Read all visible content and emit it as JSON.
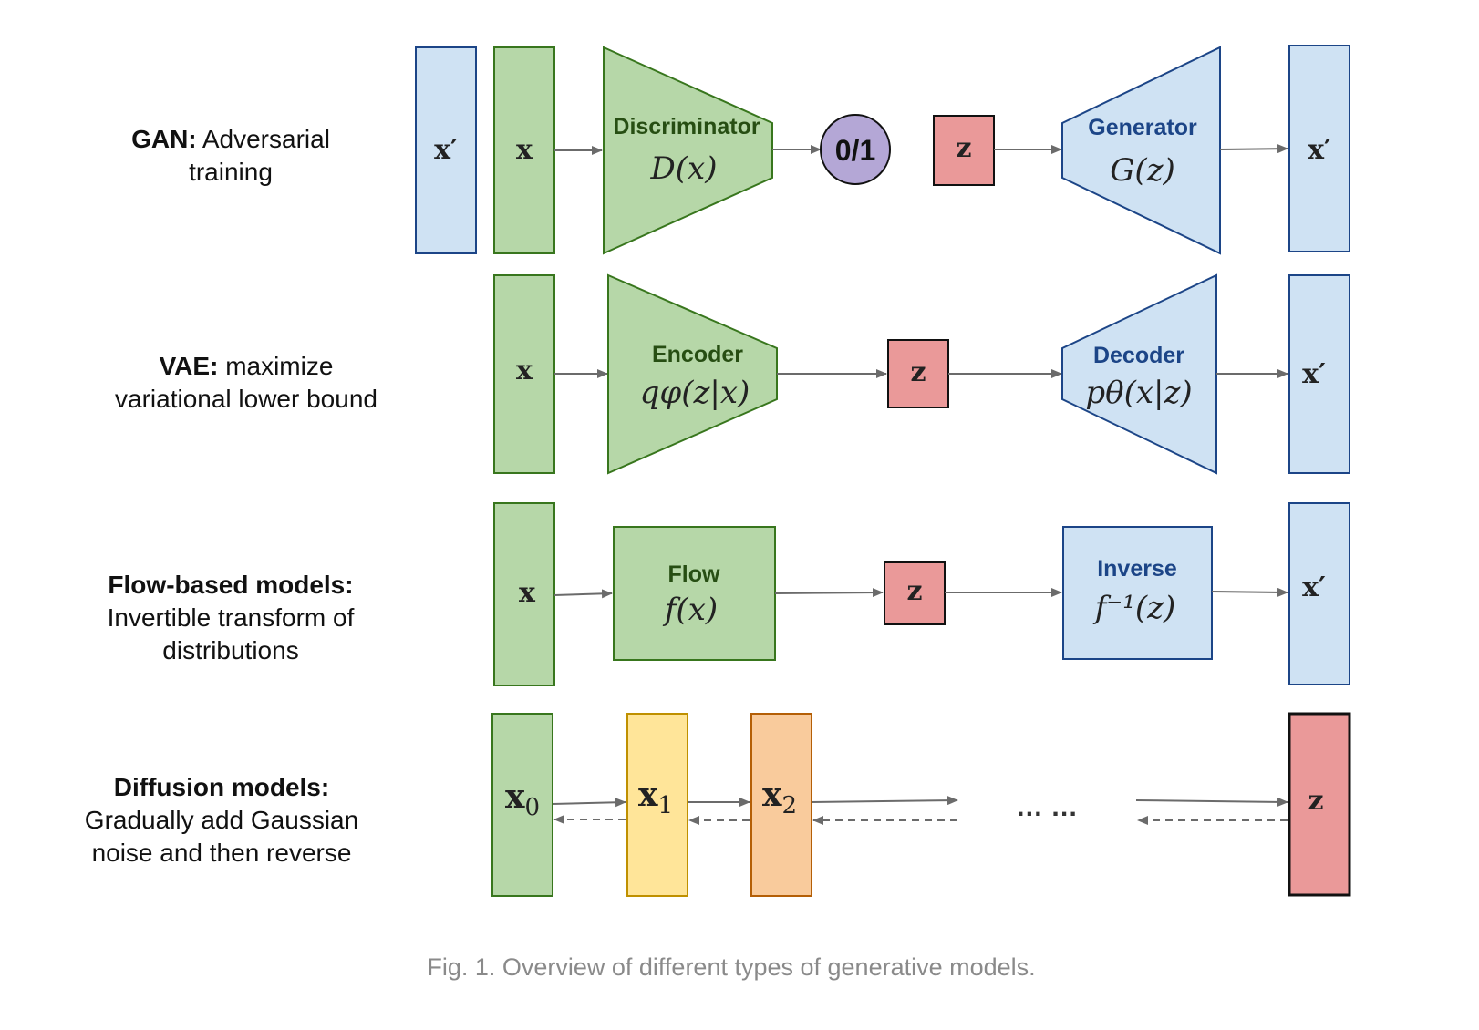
{
  "rows": {
    "gan": {
      "label_bold": "GAN:",
      "label_rest": "Adversarial",
      "label_line2": "training",
      "discriminator": {
        "name": "Discriminator",
        "math": "D(x)"
      },
      "output": "0/1",
      "generator": {
        "name": "Generator",
        "math": "G(z)"
      },
      "x_prime": "x′",
      "x": "x",
      "z": "z"
    },
    "vae": {
      "label_bold": "VAE:",
      "label_rest": "maximize",
      "label_line2": "variational lower bound",
      "encoder": {
        "name": "Encoder",
        "math": "qφ(z|x)"
      },
      "decoder": {
        "name": "Decoder",
        "math": "pθ(x|z)"
      },
      "x": "x",
      "z": "z",
      "x_prime": "x′"
    },
    "flow": {
      "label_bold": "Flow-based models:",
      "label_line2": "Invertible transform of",
      "label_line3": "distributions",
      "flow": {
        "name": "Flow",
        "math": "f(x)"
      },
      "inverse": {
        "name": "Inverse",
        "math": "f⁻¹(z)"
      },
      "x": "x",
      "z": "z",
      "x_prime": "x′"
    },
    "diffusion": {
      "label_bold": "Diffusion models:",
      "label_line2": "Gradually add Gaussian",
      "label_line3": "noise and then reverse",
      "x0": "x",
      "x0_sub": "0",
      "x1": "x",
      "x1_sub": "1",
      "x2": "x",
      "x2_sub": "2",
      "ellipsis": "… …",
      "z": "z"
    }
  },
  "caption": "Fig. 1. Overview of different types of generative models.",
  "colors": {
    "green_fill": "#b6d7a8",
    "green_stroke": "#38761d",
    "green_text": "#274e13",
    "blue_fill": "#cfe2f3",
    "blue_stroke": "#1c4587",
    "blue_text": "#1c4587",
    "red_fill": "#ea9999",
    "purple_fill": "#b4a7d6",
    "yellow_fill": "#ffe599",
    "yellow_stroke": "#bf9000",
    "orange_fill": "#f9cb9c",
    "orange_stroke": "#b45f06"
  }
}
